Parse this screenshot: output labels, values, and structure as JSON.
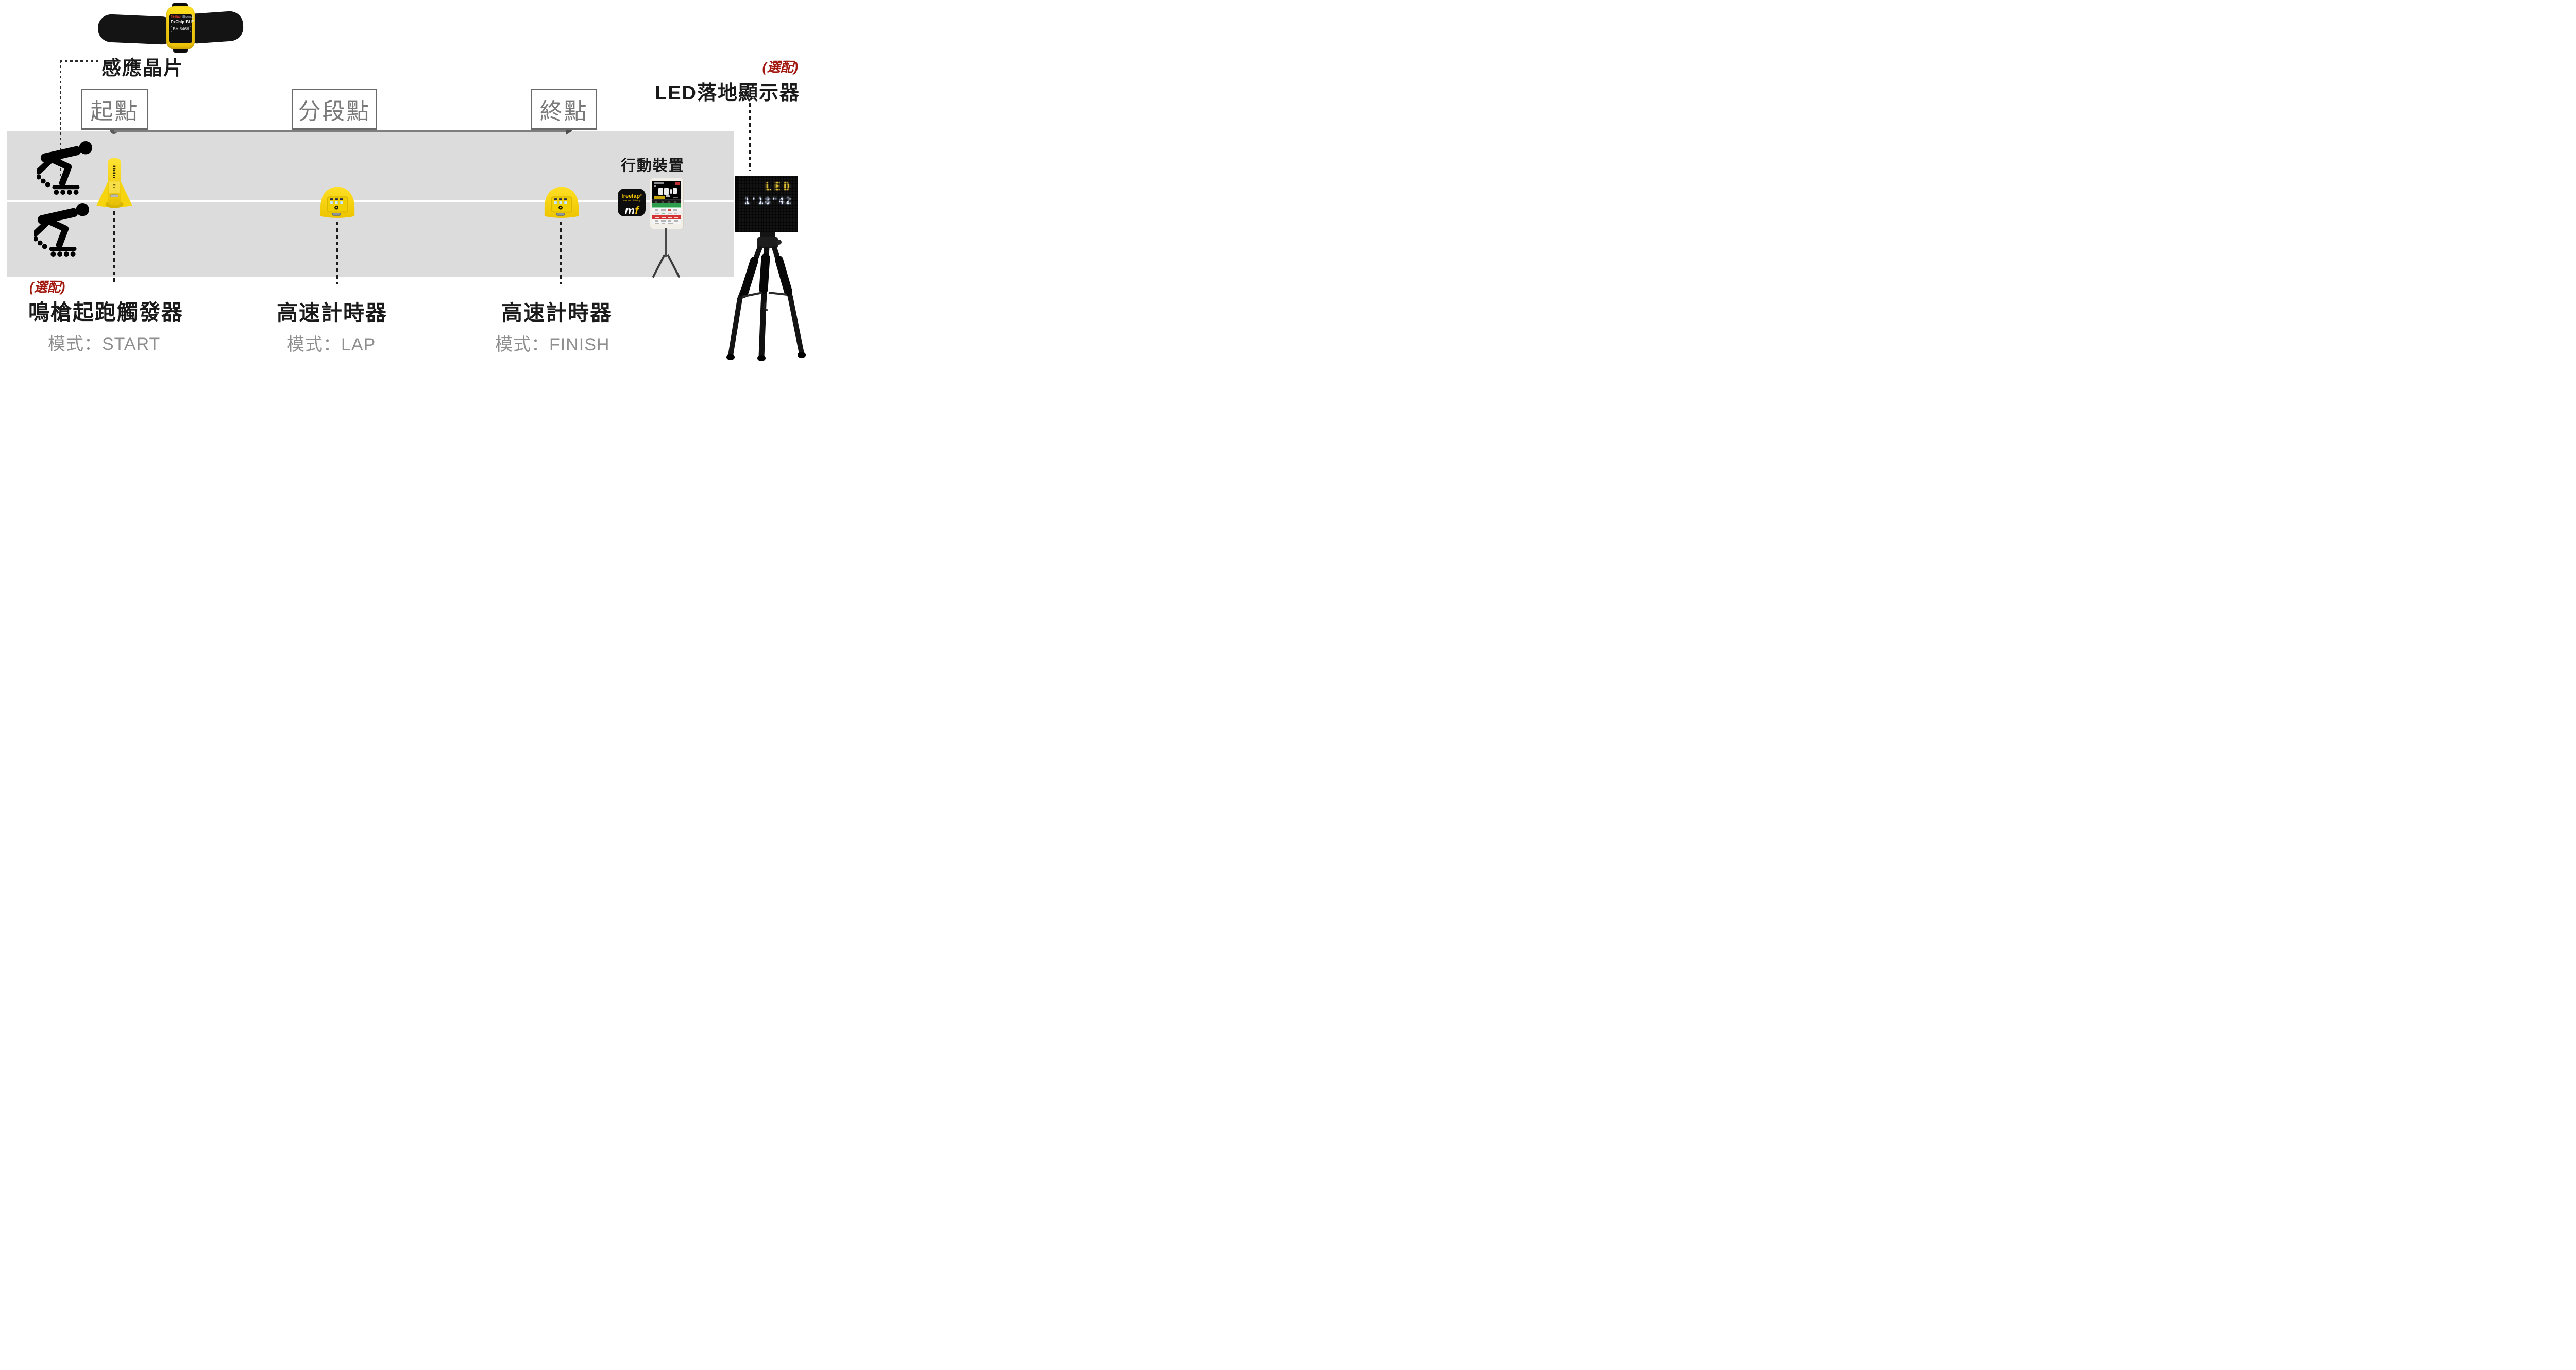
{
  "palette": {
    "accent_yellow": "#f2cf00",
    "track_gray": "#dcdcdc",
    "optional_red": "#a21a10",
    "mode_gray": "#8f8f8f",
    "marker_gray": "#7a7a7a"
  },
  "sensor_chip": {
    "label": "感應晶片",
    "brand": "freelap",
    "bluetooth": "Bluetooth",
    "model": "FxChip BLE",
    "serial": "BA-6466"
  },
  "markers": {
    "start": "起點",
    "split": "分段點",
    "finish": "終點"
  },
  "start_trigger": {
    "optional_tag": "(選配)",
    "name": "鳴槍起跑觸發器",
    "mode": "模式：START"
  },
  "lap_timer": {
    "name": "高速計時器",
    "mode": "模式：LAP"
  },
  "finish_timer": {
    "name": "高速計時器",
    "mode": "模式：FINISH"
  },
  "mobile": {
    "label": "行動裝置",
    "app_brand": "freelap",
    "app_registered": "®",
    "app_tagline": "freedom of timing",
    "app_logo_m": "m",
    "app_logo_f": "f"
  },
  "led_display": {
    "optional_tag": "(選配)",
    "name": "LED落地顯示器",
    "screen_line1": "LED",
    "screen_line2": "1'18\"42"
  },
  "icons": {
    "bluetooth_rune": "ᛒ"
  }
}
